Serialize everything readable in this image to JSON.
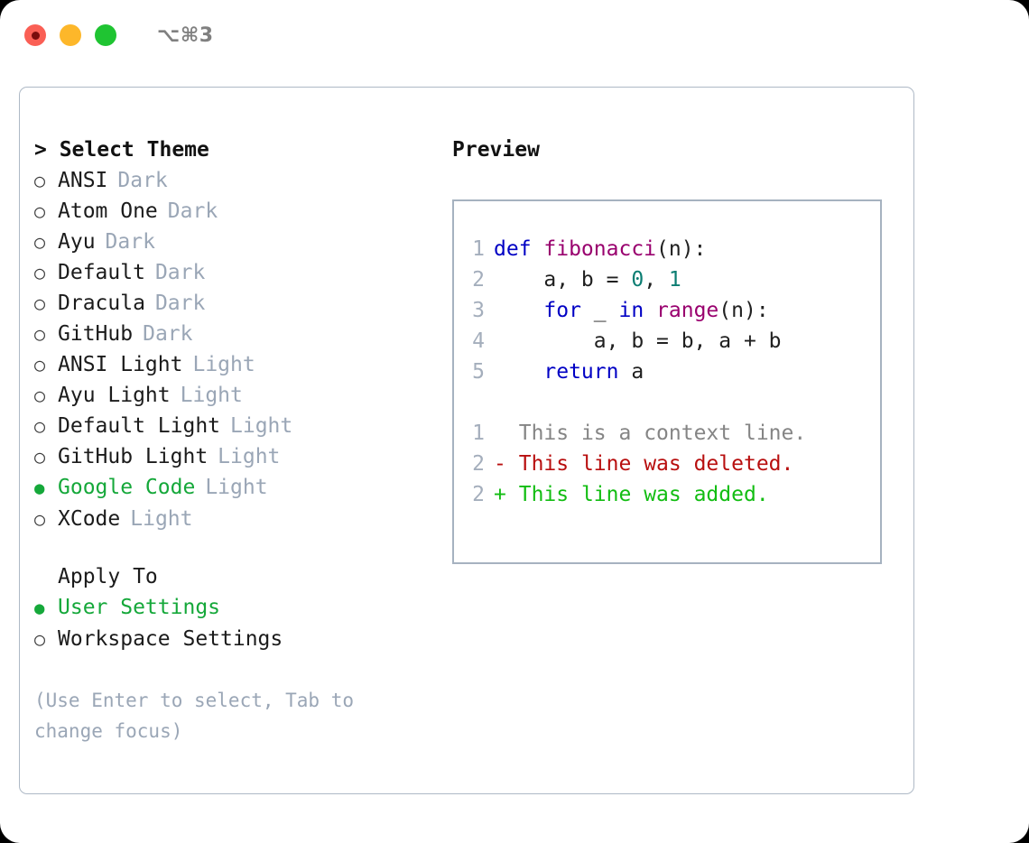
{
  "window": {
    "shortcut": "⌥⌘3",
    "traffic_lights": {
      "close": "close-button",
      "minimize": "minimize-button",
      "maximize": "maximize-button"
    }
  },
  "theme_panel": {
    "header": "> Select Theme",
    "items": [
      {
        "marker": "○",
        "label": "ANSI",
        "category": "Dark",
        "selected": false
      },
      {
        "marker": "○",
        "label": "Atom One",
        "category": "Dark",
        "selected": false
      },
      {
        "marker": "○",
        "label": "Ayu",
        "category": "Dark",
        "selected": false
      },
      {
        "marker": "○",
        "label": "Default",
        "category": "Dark",
        "selected": false
      },
      {
        "marker": "○",
        "label": "Dracula",
        "category": "Dark",
        "selected": false
      },
      {
        "marker": "○",
        "label": "GitHub",
        "category": "Dark",
        "selected": false
      },
      {
        "marker": "○",
        "label": "ANSI Light",
        "category": "Light",
        "selected": false
      },
      {
        "marker": "○",
        "label": "Ayu Light",
        "category": "Light",
        "selected": false
      },
      {
        "marker": "○",
        "label": "Default Light",
        "category": "Light",
        "selected": false
      },
      {
        "marker": "○",
        "label": "GitHub Light",
        "category": "Light",
        "selected": false
      },
      {
        "marker": "●",
        "label": "Google Code",
        "category": "Light",
        "selected": true
      },
      {
        "marker": "○",
        "label": "XCode",
        "category": "Light",
        "selected": false
      }
    ]
  },
  "apply_to": {
    "header": "Apply To",
    "items": [
      {
        "marker": "●",
        "label": "User Settings",
        "selected": true
      },
      {
        "marker": "○",
        "label": "Workspace Settings",
        "selected": false
      }
    ]
  },
  "hint": "(Use Enter to select, Tab to change focus)",
  "preview": {
    "header": "Preview",
    "code_lines": [
      {
        "number": "1",
        "tokens": [
          {
            "text": "def ",
            "type": "kw"
          },
          {
            "text": "fibonacci",
            "type": "fn"
          },
          {
            "text": "(n):",
            "type": "pl"
          }
        ]
      },
      {
        "number": "2",
        "tokens": [
          {
            "text": "    a, b = ",
            "type": "pl"
          },
          {
            "text": "0",
            "type": "num"
          },
          {
            "text": ", ",
            "type": "pl"
          },
          {
            "text": "1",
            "type": "num"
          }
        ]
      },
      {
        "number": "3",
        "tokens": [
          {
            "text": "    ",
            "type": "pl"
          },
          {
            "text": "for",
            "type": "kw"
          },
          {
            "text": " _ ",
            "type": "pl"
          },
          {
            "text": "in",
            "type": "kw"
          },
          {
            "text": " ",
            "type": "pl"
          },
          {
            "text": "range",
            "type": "fn"
          },
          {
            "text": "(n):",
            "type": "pl"
          }
        ]
      },
      {
        "number": "4",
        "tokens": [
          {
            "text": "        a, b = b, a + b",
            "type": "pl"
          }
        ]
      },
      {
        "number": "5",
        "tokens": [
          {
            "text": "    ",
            "type": "pl"
          },
          {
            "text": "return",
            "type": "kw"
          },
          {
            "text": " a",
            "type": "pl"
          }
        ]
      }
    ],
    "diff_lines": [
      {
        "number": "1",
        "sign": " ",
        "text": "This is a context line.",
        "kind": "context"
      },
      {
        "number": "2",
        "sign": "-",
        "text": "This line was deleted.",
        "kind": "deleted"
      },
      {
        "number": "2",
        "sign": "+",
        "text": "This line was added.",
        "kind": "added"
      }
    ]
  },
  "colors": {
    "accent_green": "#15a83a",
    "muted": "#9aa6b6",
    "border": "#a6b2c0",
    "keyword": "#0000c4",
    "function": "#99006e",
    "number": "#0b7d72",
    "diff_deleted": "#b80f0f",
    "diff_added": "#12bd12",
    "traffic_close": "#fa5f55",
    "traffic_min": "#fdb72a",
    "traffic_max": "#1fc432"
  }
}
